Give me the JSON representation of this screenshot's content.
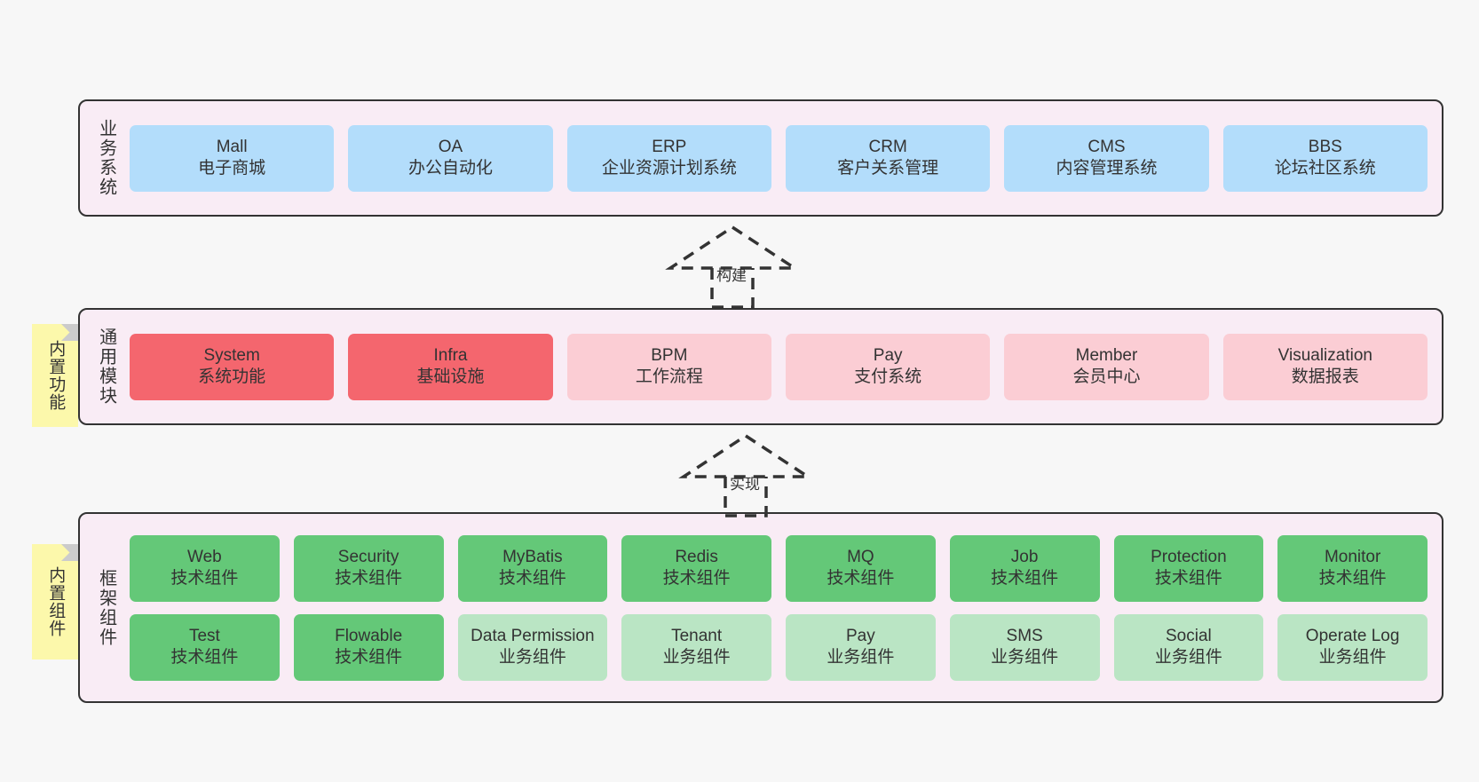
{
  "layers": [
    {
      "id": "business-system",
      "title": "业务系统",
      "rows": [
        {
          "items": [
            {
              "en": "Mall",
              "cn": "电子商城",
              "color": "blue"
            },
            {
              "en": "OA",
              "cn": "办公自动化",
              "color": "blue"
            },
            {
              "en": "ERP",
              "cn": "企业资源计划系统",
              "color": "blue"
            },
            {
              "en": "CRM",
              "cn": "客户关系管理",
              "color": "blue"
            },
            {
              "en": "CMS",
              "cn": "内容管理系统",
              "color": "blue"
            },
            {
              "en": "BBS",
              "cn": "论坛社区系统",
              "color": "blue"
            }
          ]
        }
      ]
    },
    {
      "id": "common-module",
      "title": "通用模块",
      "rows": [
        {
          "items": [
            {
              "en": "System",
              "cn": "系统功能",
              "color": "red"
            },
            {
              "en": "Infra",
              "cn": "基础设施",
              "color": "red"
            },
            {
              "en": "BPM",
              "cn": "工作流程",
              "color": "pink"
            },
            {
              "en": "Pay",
              "cn": "支付系统",
              "color": "pink"
            },
            {
              "en": "Member",
              "cn": "会员中心",
              "color": "pink"
            },
            {
              "en": "Visualization",
              "cn": "数据报表",
              "color": "pink"
            }
          ]
        }
      ]
    },
    {
      "id": "framework-component",
      "title": "框架组件",
      "rows": [
        {
          "items": [
            {
              "en": "Web",
              "cn": "技术组件",
              "color": "green"
            },
            {
              "en": "Security",
              "cn": "技术组件",
              "color": "green"
            },
            {
              "en": "MyBatis",
              "cn": "技术组件",
              "color": "green"
            },
            {
              "en": "Redis",
              "cn": "技术组件",
              "color": "green"
            },
            {
              "en": "MQ",
              "cn": "技术组件",
              "color": "green"
            },
            {
              "en": "Job",
              "cn": "技术组件",
              "color": "green"
            },
            {
              "en": "Protection",
              "cn": "技术组件",
              "color": "green"
            },
            {
              "en": "Monitor",
              "cn": "技术组件",
              "color": "green"
            }
          ]
        },
        {
          "items": [
            {
              "en": "Test",
              "cn": "技术组件",
              "color": "green"
            },
            {
              "en": "Flowable",
              "cn": "技术组件",
              "color": "green"
            },
            {
              "en": "Data Permission",
              "cn": "业务组件",
              "color": "greenlite"
            },
            {
              "en": "Tenant",
              "cn": "业务组件",
              "color": "greenlite"
            },
            {
              "en": "Pay",
              "cn": "业务组件",
              "color": "greenlite"
            },
            {
              "en": "SMS",
              "cn": "业务组件",
              "color": "greenlite"
            },
            {
              "en": "Social",
              "cn": "业务组件",
              "color": "greenlite"
            },
            {
              "en": "Operate Log",
              "cn": "业务组件",
              "color": "greenlite"
            }
          ]
        }
      ]
    }
  ],
  "notes": [
    {
      "id": "builtin-function",
      "text": "内置功能"
    },
    {
      "id": "builtin-component",
      "text": "内置组件"
    }
  ],
  "connectors": [
    {
      "id": "build",
      "label": "构建"
    },
    {
      "id": "implement",
      "label": "实现"
    }
  ],
  "colors": {
    "background": "#f7f7f7",
    "layer_background": "#f9ecf5",
    "layer_border": "#333333",
    "blue": "#b3ddfb",
    "red": "#f4666e",
    "pink": "#fbcdd4",
    "green": "#64c878",
    "green_light": "#bae5c4",
    "note": "#fcf8ab",
    "note_fold": "#cbcbcb",
    "text": "#333333"
  }
}
